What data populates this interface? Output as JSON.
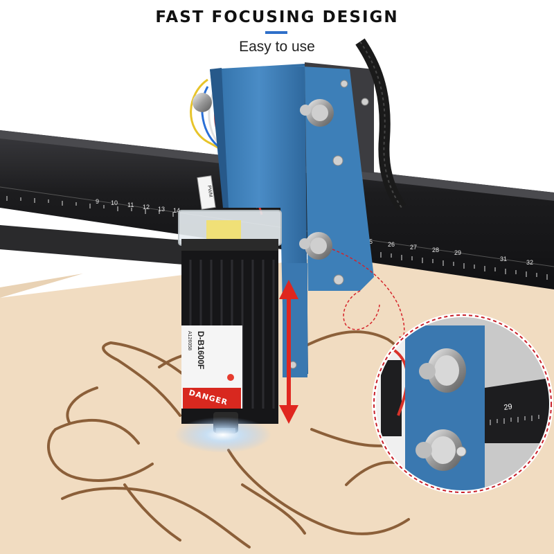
{
  "header": {
    "title": "FAST FOCUSING DESIGN",
    "subtitle": "Easy to use",
    "accent_color": "#2f6fc9"
  },
  "ruler_left_numbers": [
    "9",
    "10",
    "11",
    "12",
    "13",
    "14"
  ],
  "ruler_right_numbers": [
    "25",
    "26",
    "27",
    "28",
    "29",
    "31",
    "32"
  ],
  "inset_ruler_number": "29",
  "laser_module": {
    "model_label": "D-B1600F",
    "serial_label": "A126058",
    "warning_label": "DANGER",
    "connector_label": "PWM"
  },
  "colors": {
    "bracket_blue": "#3d7fb8",
    "rail_black": "#1c1c1e",
    "wood": "#f2dcc0",
    "arrow_red": "#e0261f"
  },
  "icons": [
    "up-down-arrow-icon",
    "thumb-screw-icon"
  ]
}
